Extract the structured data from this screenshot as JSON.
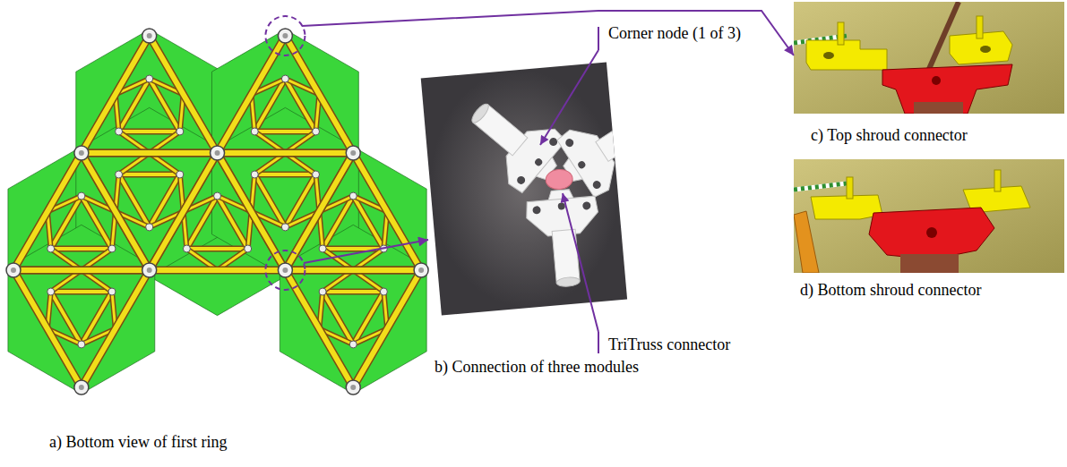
{
  "diagram": {
    "nodes": [
      {
        "text": [
          "a) Bottom view of first ring"
        ]
      },
      {
        "text": [
          "b) Connection of three modules"
        ]
      },
      {
        "text": [
          "c) Top shroud connector"
        ]
      },
      {
        "text": [
          "d) Bottom shroud connector"
        ]
      }
    ],
    "edges": [
      {
        "from": 0,
        "to": 2,
        "arrow": "to"
      },
      {
        "from": 0,
        "to": 1,
        "arrow": "to"
      }
    ],
    "labels": [
      "Corner node (1 of 3)",
      "TriTruss connector"
    ]
  }
}
